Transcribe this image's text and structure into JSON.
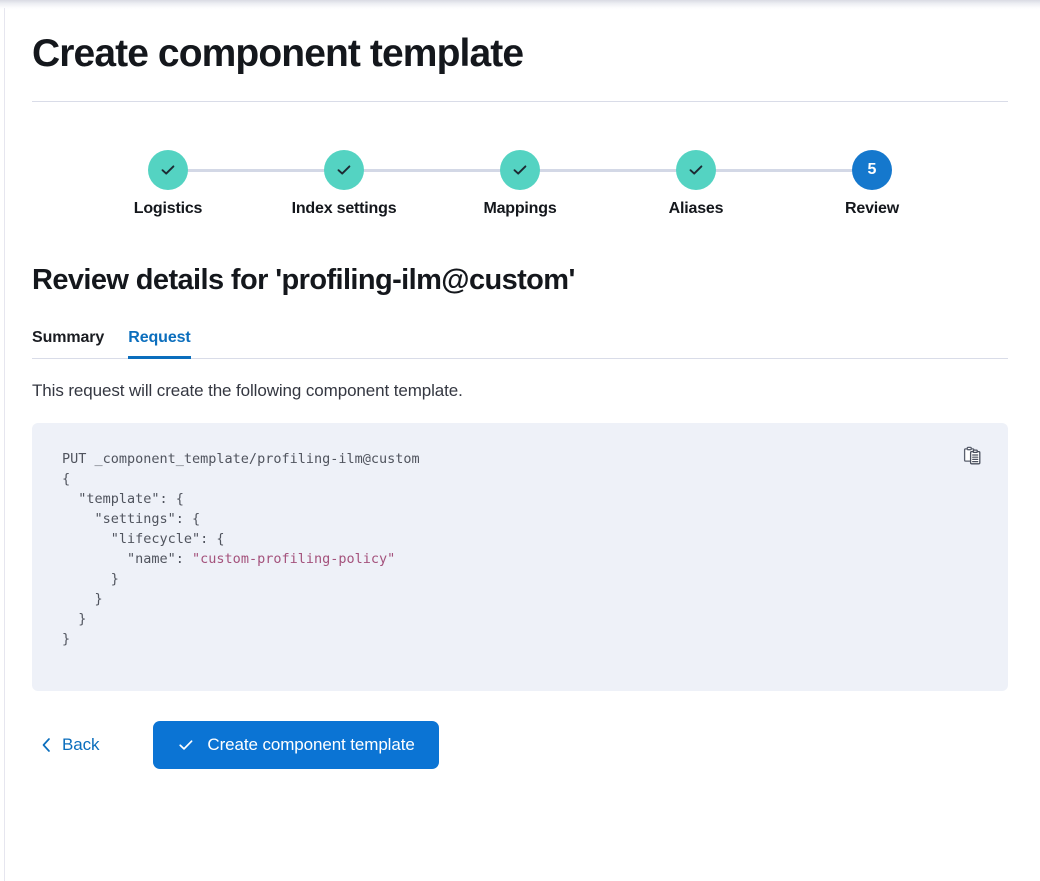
{
  "header": {
    "title": "Create component template"
  },
  "stepper": {
    "steps": [
      {
        "label": "Logistics",
        "state": "done",
        "icon": "check-icon",
        "number": "1"
      },
      {
        "label": "Index settings",
        "state": "done",
        "icon": "check-icon",
        "number": "2"
      },
      {
        "label": "Mappings",
        "state": "done",
        "icon": "check-icon",
        "number": "3"
      },
      {
        "label": "Aliases",
        "state": "done",
        "icon": "check-icon",
        "number": "4"
      },
      {
        "label": "Review",
        "state": "current",
        "icon": "",
        "number": "5"
      }
    ]
  },
  "review": {
    "heading": "Review details for 'profiling-ilm@custom'",
    "tabs": [
      {
        "label": "Summary",
        "active": false
      },
      {
        "label": "Request",
        "active": true
      }
    ],
    "description": "This request will create the following component template.",
    "copy_icon": "clipboard-copy-icon",
    "request": {
      "method_line": "PUT _component_template/profiling-ilm@custom",
      "lines": [
        "{",
        "  \"template\": {",
        "    \"settings\": {",
        "      \"lifecycle\": {",
        "        \"name\": ",
        "      }",
        "    }",
        "  }",
        "}"
      ],
      "string_value": "\"custom-profiling-policy\"",
      "full_text": "PUT _component_template/profiling-ilm@custom\n{\n  \"template\": {\n    \"settings\": {\n      \"lifecycle\": {\n        \"name\": \"custom-profiling-policy\"\n      }\n    }\n  }\n}"
    }
  },
  "footer": {
    "back_label": "Back",
    "back_icon": "chevron-left-icon",
    "submit_label": "Create component template",
    "submit_icon": "check-icon"
  },
  "colors": {
    "step_done": "#54d3c2",
    "step_current": "#1578cd",
    "accent": "#0b6ebd",
    "primary_button": "#0b74d4",
    "code_bg": "#eef1f8",
    "code_string": "#a4527c",
    "rule": "#d9dce8"
  }
}
